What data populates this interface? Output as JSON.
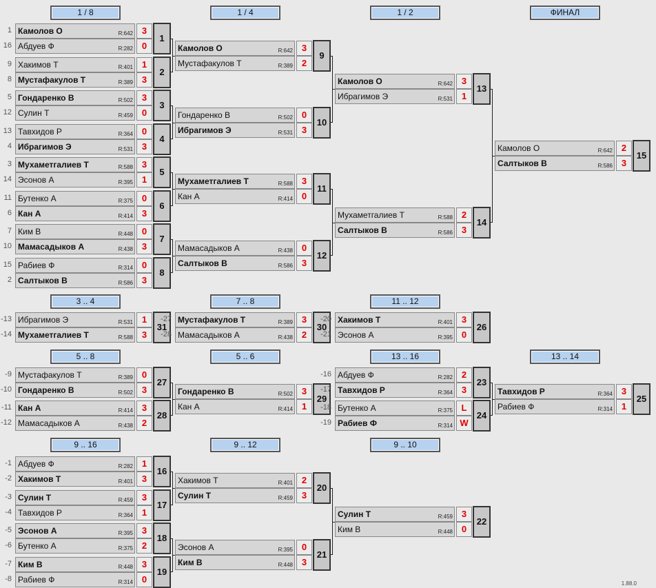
{
  "stages": [
    "1 / 8",
    "1 / 4",
    "1 / 2",
    "ФИНАЛ",
    "3 .. 4",
    "7 .. 8",
    "11 .. 12",
    "5 .. 8",
    "5 .. 6",
    "13 .. 16",
    "13 .. 14",
    "9 .. 16",
    "9 .. 12",
    "9 .. 10"
  ],
  "matches": [
    {
      "num": "1",
      "p1": {
        "name": "Камолов О",
        "rating": "R:642",
        "score": "3",
        "seed": "1",
        "win": true
      },
      "p2": {
        "name": "Абдуев Ф",
        "rating": "R:282",
        "score": "0",
        "seed": "16",
        "win": false
      }
    },
    {
      "num": "2",
      "p1": {
        "name": "Хакимов Т",
        "rating": "R:401",
        "score": "1",
        "seed": "9",
        "win": false
      },
      "p2": {
        "name": "Мустафакулов Т",
        "rating": "R:389",
        "score": "3",
        "seed": "8",
        "win": true
      }
    },
    {
      "num": "3",
      "p1": {
        "name": "Гондаренко В",
        "rating": "R:502",
        "score": "3",
        "seed": "5",
        "win": true
      },
      "p2": {
        "name": "Сулин Т",
        "rating": "R:459",
        "score": "0",
        "seed": "12",
        "win": false
      }
    },
    {
      "num": "4",
      "p1": {
        "name": "Тавхидов Р",
        "rating": "R:364",
        "score": "0",
        "seed": "13",
        "win": false
      },
      "p2": {
        "name": "Ибрагимов Э",
        "rating": "R:531",
        "score": "3",
        "seed": "4",
        "win": true
      }
    },
    {
      "num": "5",
      "p1": {
        "name": "Мухаметгалиев Т",
        "rating": "R:588",
        "score": "3",
        "seed": "3",
        "win": true
      },
      "p2": {
        "name": "Эсонов А",
        "rating": "R:395",
        "score": "1",
        "seed": "14",
        "win": false
      }
    },
    {
      "num": "6",
      "p1": {
        "name": "Бутенко А",
        "rating": "R:375",
        "score": "0",
        "seed": "11",
        "win": false
      },
      "p2": {
        "name": "Кан А",
        "rating": "R:414",
        "score": "3",
        "seed": "6",
        "win": true
      }
    },
    {
      "num": "7",
      "p1": {
        "name": "Ким В",
        "rating": "R:448",
        "score": "0",
        "seed": "7",
        "win": false
      },
      "p2": {
        "name": "Мамасадыков А",
        "rating": "R:438",
        "score": "3",
        "seed": "10",
        "win": true
      }
    },
    {
      "num": "8",
      "p1": {
        "name": "Рабиев Ф",
        "rating": "R:314",
        "score": "0",
        "seed": "15",
        "win": false
      },
      "p2": {
        "name": "Салтыков В",
        "rating": "R:586",
        "score": "3",
        "seed": "2",
        "win": true
      }
    },
    {
      "num": "9",
      "p1": {
        "name": "Камолов О",
        "rating": "R:642",
        "score": "3",
        "seed": "",
        "win": true
      },
      "p2": {
        "name": "Мустафакулов Т",
        "rating": "R:389",
        "score": "2",
        "seed": "",
        "win": false
      }
    },
    {
      "num": "10",
      "p1": {
        "name": "Гондаренко В",
        "rating": "R:502",
        "score": "0",
        "seed": "",
        "win": false
      },
      "p2": {
        "name": "Ибрагимов Э",
        "rating": "R:531",
        "score": "3",
        "seed": "",
        "win": true
      }
    },
    {
      "num": "11",
      "p1": {
        "name": "Мухаметгалиев Т",
        "rating": "R:588",
        "score": "3",
        "seed": "",
        "win": true
      },
      "p2": {
        "name": "Кан А",
        "rating": "R:414",
        "score": "0",
        "seed": "",
        "win": false
      }
    },
    {
      "num": "12",
      "p1": {
        "name": "Мамасадыков А",
        "rating": "R:438",
        "score": "0",
        "seed": "",
        "win": false
      },
      "p2": {
        "name": "Салтыков В",
        "rating": "R:586",
        "score": "3",
        "seed": "",
        "win": true
      }
    },
    {
      "num": "13",
      "p1": {
        "name": "Камолов О",
        "rating": "R:642",
        "score": "3",
        "seed": "",
        "win": true
      },
      "p2": {
        "name": "Ибрагимов Э",
        "rating": "R:531",
        "score": "1",
        "seed": "",
        "win": false
      }
    },
    {
      "num": "14",
      "p1": {
        "name": "Мухаметгалиев Т",
        "rating": "R:588",
        "score": "2",
        "seed": "",
        "win": false
      },
      "p2": {
        "name": "Салтыков В",
        "rating": "R:586",
        "score": "3",
        "seed": "",
        "win": true
      }
    },
    {
      "num": "15",
      "p1": {
        "name": "Камолов О",
        "rating": "R:642",
        "score": "2",
        "seed": "",
        "win": false
      },
      "p2": {
        "name": "Салтыков В",
        "rating": "R:586",
        "score": "3",
        "seed": "",
        "win": true
      }
    },
    {
      "num": "31",
      "p1": {
        "name": "Ибрагимов Э",
        "rating": "R:531",
        "score": "1",
        "seed": "-13",
        "win": false
      },
      "p2": {
        "name": "Мухаметгалиев Т",
        "rating": "R:588",
        "score": "3",
        "seed": "-14",
        "win": true
      }
    },
    {
      "num": "30",
      "p1": {
        "name": "Мустафакулов Т",
        "rating": "R:389",
        "score": "3",
        "seed": "-27",
        "win": true
      },
      "p2": {
        "name": "Мамасадыков А",
        "rating": "R:438",
        "score": "2",
        "seed": "-28",
        "win": false
      }
    },
    {
      "num": "26",
      "p1": {
        "name": "Хакимов Т",
        "rating": "R:401",
        "score": "3",
        "seed": "-20",
        "win": true
      },
      "p2": {
        "name": "Эсонов А",
        "rating": "R:395",
        "score": "0",
        "seed": "-21",
        "win": false
      }
    },
    {
      "num": "27",
      "p1": {
        "name": "Мустафакулов Т",
        "rating": "R:389",
        "score": "0",
        "seed": "-9",
        "win": false
      },
      "p2": {
        "name": "Гондаренко В",
        "rating": "R:502",
        "score": "3",
        "seed": "-10",
        "win": true
      }
    },
    {
      "num": "28",
      "p1": {
        "name": "Кан А",
        "rating": "R:414",
        "score": "3",
        "seed": "-11",
        "win": true
      },
      "p2": {
        "name": "Мамасадыков А",
        "rating": "R:438",
        "score": "2",
        "seed": "-12",
        "win": false
      }
    },
    {
      "num": "29",
      "p1": {
        "name": "Гондаренко В",
        "rating": "R:502",
        "score": "3",
        "seed": "",
        "win": true
      },
      "p2": {
        "name": "Кан А",
        "rating": "R:414",
        "score": "1",
        "seed": "",
        "win": false
      }
    },
    {
      "num": "23",
      "p1": {
        "name": "Абдуев Ф",
        "rating": "R:282",
        "score": "2",
        "seed": "-16",
        "win": false
      },
      "p2": {
        "name": "Тавхидов Р",
        "rating": "R:364",
        "score": "3",
        "seed": "-17",
        "win": true
      }
    },
    {
      "num": "24",
      "p1": {
        "name": "Бутенко А",
        "rating": "R:375",
        "score": "L",
        "seed": "-18",
        "win": false
      },
      "p2": {
        "name": "Рабиев Ф",
        "rating": "R:314",
        "score": "W",
        "seed": "-19",
        "win": true
      }
    },
    {
      "num": "25",
      "p1": {
        "name": "Тавхидов Р",
        "rating": "R:364",
        "score": "3",
        "seed": "",
        "win": true
      },
      "p2": {
        "name": "Рабиев Ф",
        "rating": "R:314",
        "score": "1",
        "seed": "",
        "win": false
      }
    },
    {
      "num": "16",
      "p1": {
        "name": "Абдуев Ф",
        "rating": "R:282",
        "score": "1",
        "seed": "-1",
        "win": false
      },
      "p2": {
        "name": "Хакимов Т",
        "rating": "R:401",
        "score": "3",
        "seed": "-2",
        "win": true
      }
    },
    {
      "num": "17",
      "p1": {
        "name": "Сулин Т",
        "rating": "R:459",
        "score": "3",
        "seed": "-3",
        "win": true
      },
      "p2": {
        "name": "Тавхидов Р",
        "rating": "R:364",
        "score": "1",
        "seed": "-4",
        "win": false
      }
    },
    {
      "num": "18",
      "p1": {
        "name": "Эсонов А",
        "rating": "R:395",
        "score": "3",
        "seed": "-5",
        "win": true
      },
      "p2": {
        "name": "Бутенко А",
        "rating": "R:375",
        "score": "2",
        "seed": "-6",
        "win": false
      }
    },
    {
      "num": "19",
      "p1": {
        "name": "Ким В",
        "rating": "R:448",
        "score": "3",
        "seed": "-7",
        "win": true
      },
      "p2": {
        "name": "Рабиев Ф",
        "rating": "R:314",
        "score": "0",
        "seed": "-8",
        "win": false
      }
    },
    {
      "num": "20",
      "p1": {
        "name": "Хакимов Т",
        "rating": "R:401",
        "score": "2",
        "seed": "",
        "win": false
      },
      "p2": {
        "name": "Сулин Т",
        "rating": "R:459",
        "score": "3",
        "seed": "",
        "win": true
      }
    },
    {
      "num": "21",
      "p1": {
        "name": "Эсонов А",
        "rating": "R:395",
        "score": "0",
        "seed": "",
        "win": false
      },
      "p2": {
        "name": "Ким В",
        "rating": "R:448",
        "score": "3",
        "seed": "",
        "win": true
      }
    },
    {
      "num": "22",
      "p1": {
        "name": "Сулин Т",
        "rating": "R:459",
        "score": "3",
        "seed": "",
        "win": true
      },
      "p2": {
        "name": "Ким В",
        "rating": "R:448",
        "score": "0",
        "seed": "",
        "win": false
      }
    }
  ],
  "version": "1.88.0"
}
